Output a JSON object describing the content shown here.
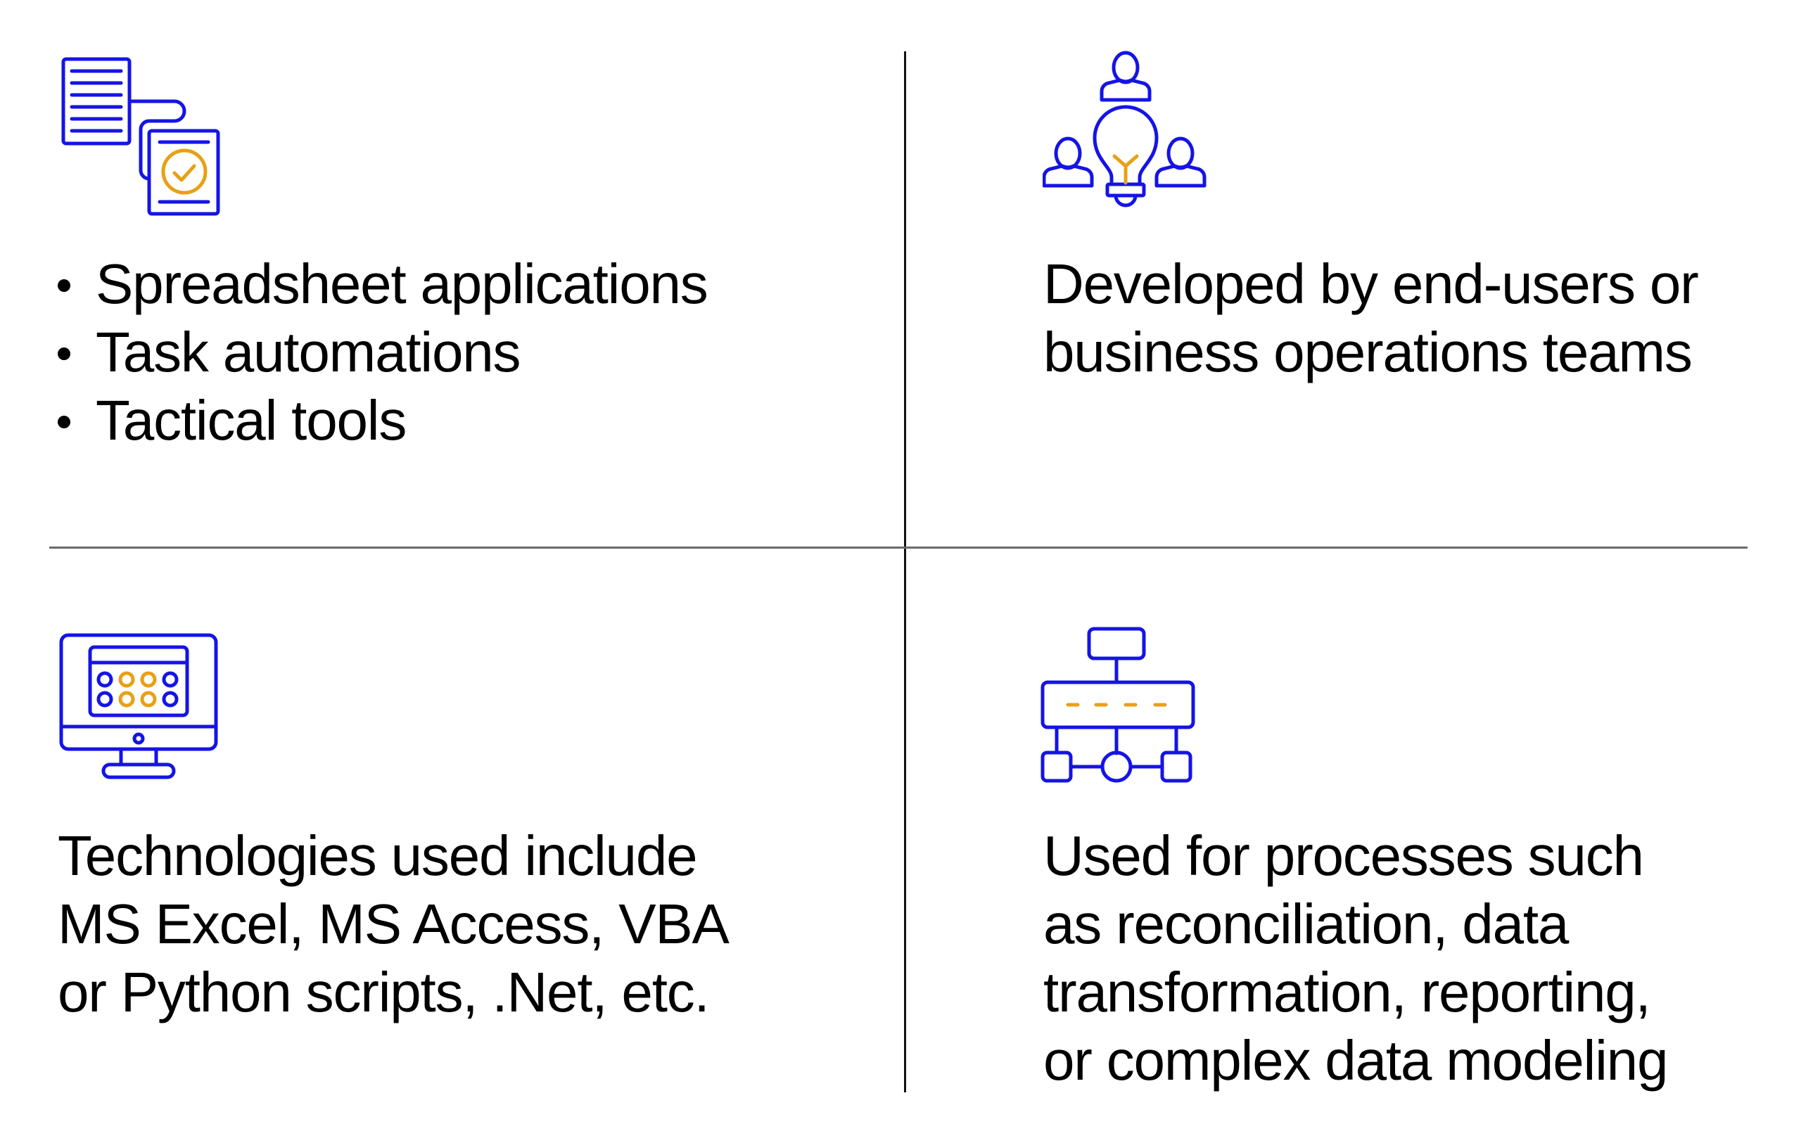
{
  "colors": {
    "icon_primary": "#1414E6",
    "icon_accent": "#E8A015",
    "text": "#000000",
    "divider_vertical": "#111111",
    "divider_horizontal": "#6a6a6a"
  },
  "quadrants": {
    "top_left": {
      "icon": "documents-check-icon",
      "bullets": [
        "Spreadsheet applications",
        "Task automations",
        "Tactical tools"
      ]
    },
    "top_right": {
      "icon": "team-idea-lightbulb-icon",
      "lines": [
        "Developed by end-users or",
        "business operations teams"
      ]
    },
    "bottom_left": {
      "icon": "monitor-app-icon",
      "lines": [
        "Technologies used include",
        "MS Excel, MS Access, VBA",
        "or Python scripts, .Net, etc."
      ]
    },
    "bottom_right": {
      "icon": "hierarchy-network-icon",
      "lines": [
        "Used for processes such",
        "as reconciliation, data",
        "transformation, reporting,",
        "or complex data modeling"
      ]
    }
  }
}
